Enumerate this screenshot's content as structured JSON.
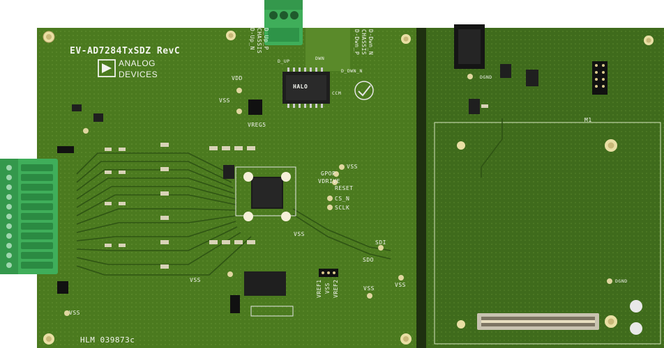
{
  "board": {
    "title": "EV-AD7284TxSDZ RevC",
    "brand_line1": "ANALOG",
    "brand_line2": "DEVICES",
    "footer_code": "HLM 039873c",
    "module_label": "M1",
    "colors": {
      "pcb": "#4b7a1f",
      "pcb_dark": "#35591a",
      "silkscreen": "#f2f4ee",
      "connector_green": "#3fae5a",
      "mounting_hole": "#e9dfa4",
      "chip": "#1b1b1b"
    }
  },
  "labels": {
    "d_up_p": "D_Up_P",
    "chassis_left": "CHASSIS",
    "d_up_n": "D-Up_N",
    "d_dwn_p": "D-Dwn_P",
    "chassis_right": "CHASSIS",
    "d_dwn_n": "D-Dwn_N",
    "d_up": "D_UP",
    "dwn": "DWN",
    "d_dwn_n_net": "D_DWN_N",
    "vdd": "VDD",
    "vss_top": "VSS",
    "vreg5": "VREG5",
    "halo": "HALO",
    "ccm": "CCM",
    "vss_right": "VSS",
    "gpop": "GPOP",
    "vdrive": "VDRIVE",
    "reset": "RESET",
    "cs_n": "CS_N",
    "sclk": "SCLK",
    "sdi": "SDI",
    "sdo": "SDO",
    "vss_mid": "VSS",
    "vss_bottom_left": "VSS",
    "vss_bottom_mid": "VSS",
    "vss_bottom_right": "VSS",
    "vref1": "VREF1",
    "vss_ref": "VSS",
    "vref2": "VREF2",
    "dgnd_top": "DGND",
    "dgnd_bottom": "DGND"
  }
}
